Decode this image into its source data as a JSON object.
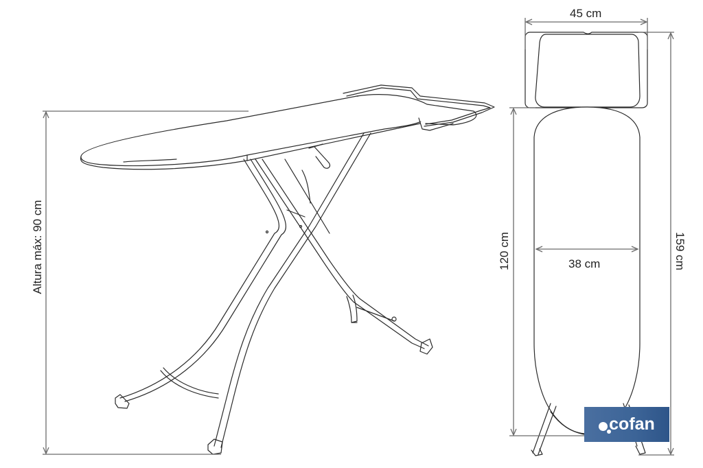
{
  "diagram": {
    "subject": "Ironing board technical dimensions",
    "views": [
      "perspective-view",
      "top-view"
    ],
    "dimensions": {
      "max_height_label": "Altura máx: 90 cm",
      "tray_width_label": "45 cm",
      "board_width_label": "38 cm",
      "board_length_label": "120 cm",
      "total_length_label": "159 cm"
    },
    "colors": {
      "line": "#2a2a2a",
      "dimension_line": "#6b6b6b",
      "brand": "#3c6497"
    }
  },
  "brand": {
    "logo_text": "cofan",
    "logo_icon": "search-dot-icon"
  }
}
